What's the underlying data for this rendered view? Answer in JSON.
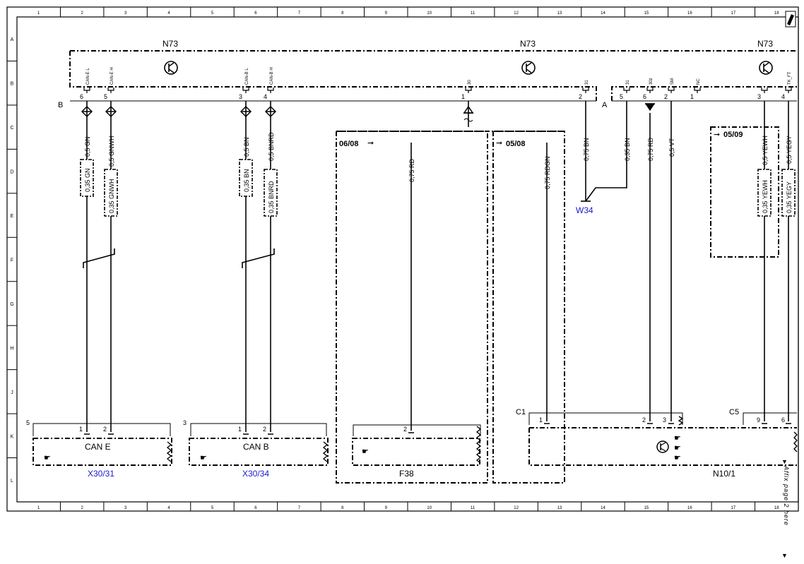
{
  "frame": {
    "columns": [
      "1",
      "2",
      "3",
      "4",
      "5",
      "6",
      "7",
      "8",
      "9",
      "10",
      "11",
      "12",
      "13",
      "14",
      "15",
      "16",
      "17",
      "18"
    ],
    "rows": [
      "A",
      "B",
      "C",
      "D",
      "E",
      "F",
      "G",
      "H",
      "J",
      "K",
      "L"
    ]
  },
  "module": {
    "names": [
      "N73",
      "N73",
      "N73"
    ],
    "connector_b": "B",
    "connector_a": "A",
    "pins": [
      {
        "label": "CAN-E L",
        "num": "6"
      },
      {
        "label": "CAN-E H",
        "num": "5"
      },
      {
        "label": "CAN-B L",
        "num": "3"
      },
      {
        "label": "CAN-B H",
        "num": "4"
      },
      {
        "label": "30",
        "num": "1"
      },
      {
        "label": "31",
        "num": "2"
      },
      {
        "label": "31",
        "num": "5"
      },
      {
        "label": "30z",
        "num": "6"
      },
      {
        "label": "SM",
        "num": "2"
      },
      {
        "label": "NC",
        "num": "1"
      },
      {
        "label": "",
        "num": "3"
      },
      {
        "label": "TK_FT",
        "num": "4"
      }
    ]
  },
  "wires": {
    "w1": "0,5 GN",
    "w2": "0,5 GNWH",
    "w3": "0,5 BN",
    "w4": "0,5 BNRD",
    "w5": "0,75 RD",
    "w6": "0,75 RDGN",
    "w7": "0,75 BN",
    "w8": "0,35 BN",
    "w9": "0,75 RD",
    "w10": "0,5 VT",
    "w11": "0,5 YEWH",
    "w12": "0,5 YEGY",
    "s1": "0,35 GN",
    "s2": "0,35 GNWH",
    "s3": "0,35 BN",
    "s4": "0,35 BNRD",
    "s11": "0,35 YEWH",
    "s12": "0,35 YEGY"
  },
  "variants": {
    "v1": "06/08",
    "v2": "05/08",
    "v3": "05/09"
  },
  "ground": "W34",
  "components": {
    "x3031": {
      "name": "CAN E",
      "ref": "X30/31",
      "conn": "5",
      "pin1": "1",
      "pin2": "2"
    },
    "x3034": {
      "name": "CAN B",
      "ref": "X30/34",
      "conn": "3",
      "pin1": "1",
      "pin2": "2"
    },
    "f38": {
      "ref": "F38",
      "pin": "2"
    },
    "n101": {
      "ref": "N10/1",
      "c1": "C1",
      "c5": "C5",
      "p1": "1",
      "p2": "2",
      "p3": "3",
      "p9": "9",
      "p6": "6"
    }
  },
  "affix_note": "Affix page 2 here"
}
